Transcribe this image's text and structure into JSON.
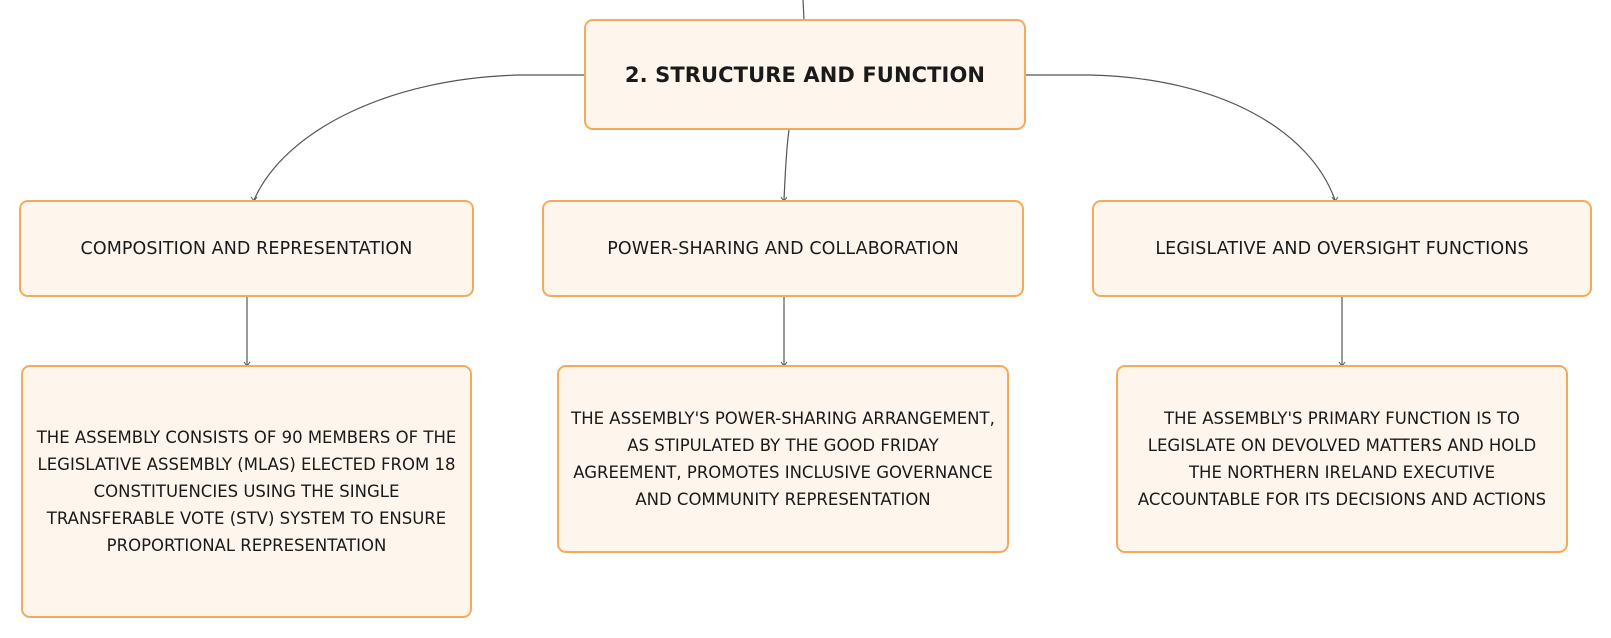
{
  "diagram": {
    "root": {
      "label": "2. STRUCTURE AND FUNCTION"
    },
    "branches": [
      {
        "label": "COMPOSITION AND REPRESENTATION",
        "detail": "THE ASSEMBLY CONSISTS OF 90 MEMBERS OF THE LEGISLATIVE ASSEMBLY (MLAS) ELECTED FROM 18 CONSTITUENCIES USING THE SINGLE TRANSFERABLE VOTE (STV) SYSTEM TO ENSURE PROPORTIONAL REPRESENTATION"
      },
      {
        "label": "POWER-SHARING AND COLLABORATION",
        "detail": "THE ASSEMBLY'S POWER-SHARING ARRANGEMENT, AS STIPULATED BY THE GOOD FRIDAY AGREEMENT, PROMOTES INCLUSIVE GOVERNANCE AND COMMUNITY REPRESENTATION"
      },
      {
        "label": "LEGISLATIVE AND OVERSIGHT FUNCTIONS",
        "detail": "THE ASSEMBLY'S PRIMARY FUNCTION IS TO LEGISLATE ON DEVOLVED MATTERS AND HOLD THE NORTHERN IRELAND EXECUTIVE ACCOUNTABLE FOR ITS DECISIONS AND ACTIONS"
      }
    ],
    "colors": {
      "node_fill": "#fef5ec",
      "node_border": "#f3ab5b",
      "connector": "#555555",
      "text": "#1a1a1a"
    }
  }
}
